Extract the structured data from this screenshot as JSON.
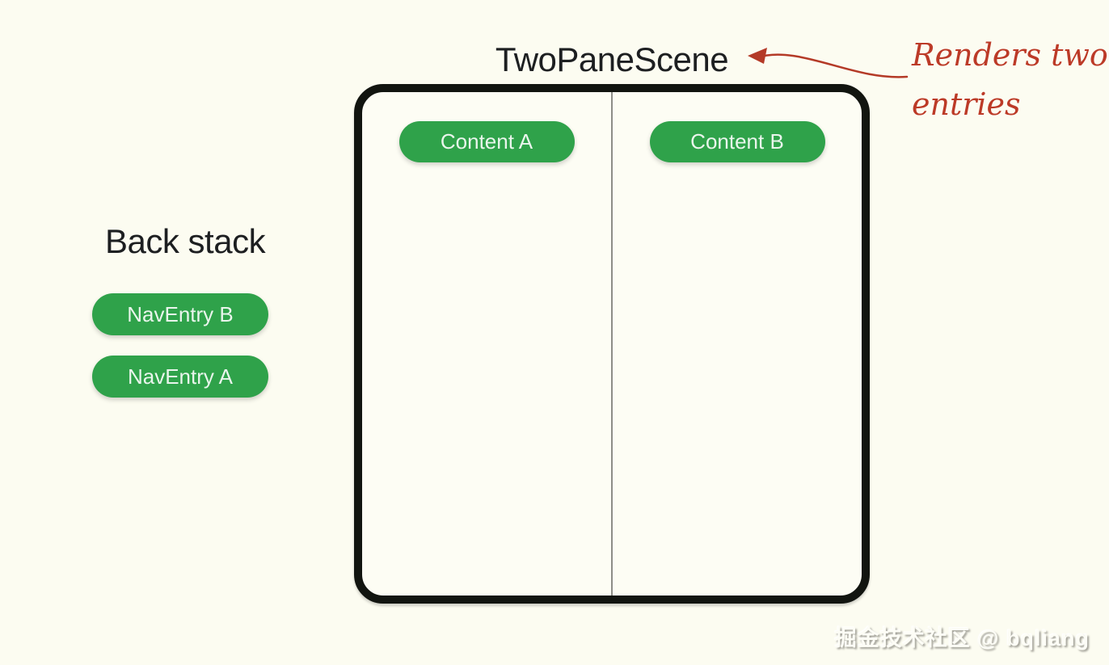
{
  "title": "TwoPaneScene",
  "annotation": {
    "line1": "Renders two",
    "line2": "entries"
  },
  "back_stack": {
    "label": "Back stack",
    "entries": [
      {
        "label": "NavEntry B"
      },
      {
        "label": "NavEntry A"
      }
    ]
  },
  "scene": {
    "panes": [
      {
        "label": "Content A"
      },
      {
        "label": "Content B"
      }
    ]
  },
  "watermark": "掘金技术社区 @ bqliang",
  "colors": {
    "background": "#fcfcf1",
    "pane_background": "#fdfdf4",
    "frame_border": "#121510",
    "pill_green": "#2fa24a",
    "pill_text": "#e9f5ec",
    "heading_text": "#1d1f21",
    "annotation_red": "#bc3a27",
    "divider_gray": "#8e8e88"
  }
}
